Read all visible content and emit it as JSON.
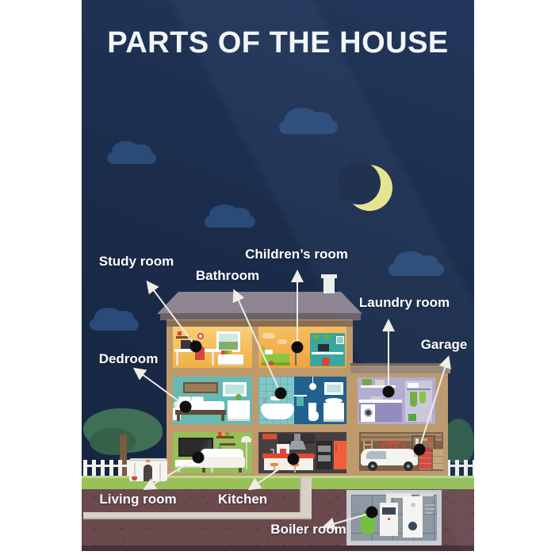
{
  "poster": {
    "title": "PARTS OF THE HOUSE",
    "labels": {
      "study": "Study room",
      "bathroom": "Bathroom",
      "childrens": "Children’s room",
      "laundry": "Laundry room",
      "garage": "Garage",
      "bedroom": "Dedroom",
      "living": "Living room",
      "kitchen": "Kitchen",
      "boiler": "Boiler room"
    },
    "colors": {
      "page_bg": "#ffffff",
      "sky": "#1b2c4a",
      "cloud": "#2a4a78",
      "moon": "#ece88f",
      "label_text": "#ffffff",
      "roof": "#8d8591",
      "house_frame": "#bf9a6d",
      "study_wall": "#f3b84a",
      "childrens_wall": "#f2a43d",
      "bedroom_wall": "#66bab5",
      "bathroom_wall": "#20618e",
      "living_wall": "#95c05a",
      "kitchen_wall": "#464044",
      "laundry_wall": "#b5add1",
      "garage_wall": "#7d5e46",
      "boiler_wall": "#8f99a4",
      "grass": "#98c159",
      "soil": "#6b4a4e"
    }
  }
}
